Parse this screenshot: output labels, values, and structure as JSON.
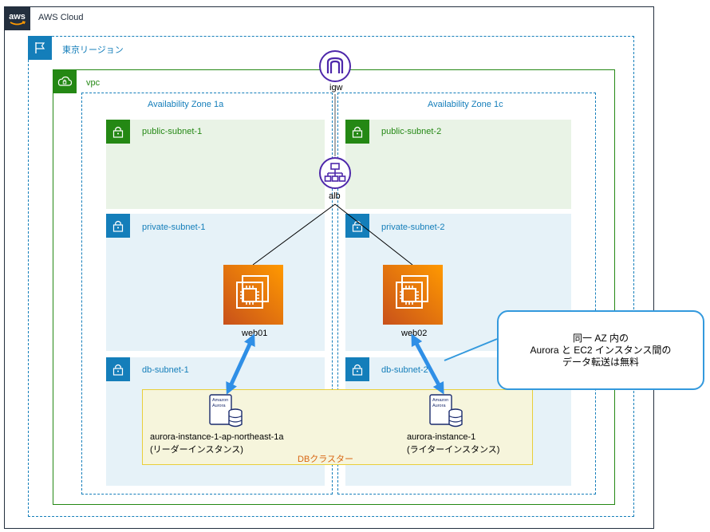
{
  "cloud": {
    "label": "AWS Cloud",
    "logo": "aws"
  },
  "region": {
    "label": "東京リージョン"
  },
  "vpc": {
    "label": "vpc"
  },
  "igw": {
    "label": "igw"
  },
  "alb": {
    "label": "alb"
  },
  "az": [
    {
      "label": "Availability Zone 1a"
    },
    {
      "label": "Availability Zone 1c"
    }
  ],
  "subnets": {
    "public_1": "public-subnet-1",
    "public_2": "public-subnet-2",
    "private_1": "private-subnet-1",
    "private_2": "private-subnet-2",
    "db_1": "db-subnet-1",
    "db_2": "db-subnet-2"
  },
  "ec2": [
    {
      "label": "web01"
    },
    {
      "label": "web02"
    }
  ],
  "aurora": [
    {
      "badge_line1": "Amazon",
      "badge_line2": "Aurora",
      "name": "aurora-instance-1-ap-northeast-1a",
      "role": "(リーダーインスタンス)"
    },
    {
      "badge_line1": "Amazon",
      "badge_line2": "Aurora",
      "name": "aurora-instance-1",
      "role": "(ライターインスタンス)"
    }
  ],
  "db_cluster": {
    "label": "DBクラスター"
  },
  "callout": {
    "line1": "同一 AZ 内の",
    "line2": "Aurora と EC2 インスタンス間の",
    "line3": "データ転送は無料"
  },
  "colors": {
    "vpc_green": "#248814",
    "az_blue": "#147eba",
    "public_fill": "#e9f3e6",
    "private_fill": "#e6f2f8",
    "igw_purple": "#4d27aa",
    "arrow_blue": "#2f8fe6",
    "cluster_fill": "#f6f5dc"
  }
}
